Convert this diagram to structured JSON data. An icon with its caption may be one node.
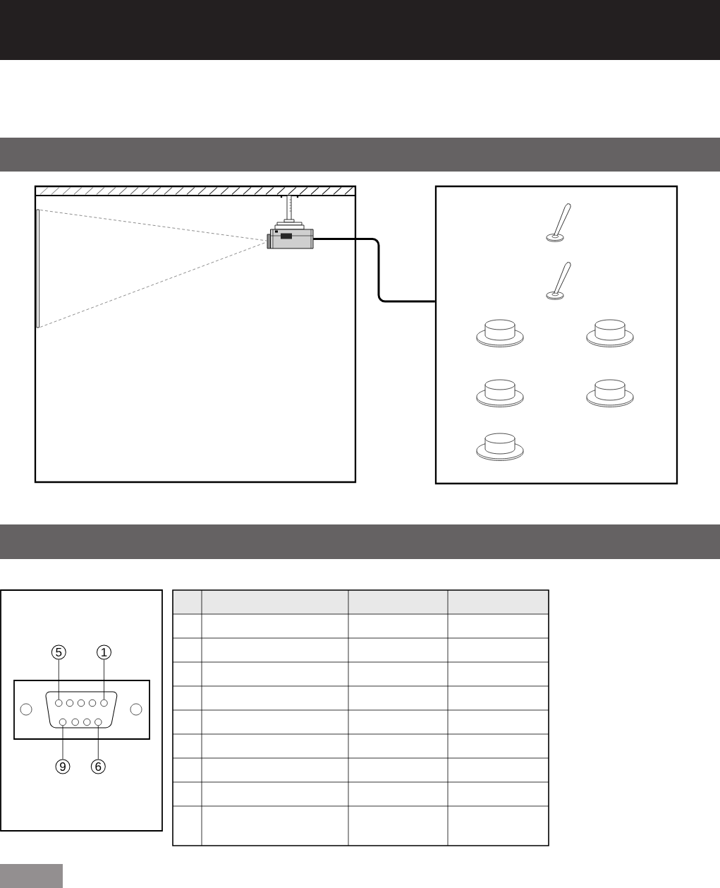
{
  "diagram": {
    "nodes": [
      {
        "text": [],
        "shape": "band"
      },
      {
        "text": [],
        "shape": "picture"
      },
      {
        "text": [],
        "shape": "box"
      },
      {
        "text": [],
        "shape": "band"
      },
      {
        "text": [
          "5"
        ]
      },
      {
        "text": [
          "1"
        ]
      },
      {
        "text": [
          "9"
        ]
      },
      {
        "text": [
          "6"
        ]
      },
      {
        "text": [],
        "shape": "circle"
      },
      {
        "text": [],
        "shape": "circle"
      },
      {
        "text": [],
        "shape": "circle"
      },
      {
        "text": [],
        "shape": "circle"
      }
    ],
    "edges": [
      {
        "from": 1,
        "to": 2,
        "arrow": "none",
        "style": "thick"
      },
      {
        "from": 4,
        "to": 8,
        "arrow": "none"
      },
      {
        "from": 5,
        "to": 9,
        "arrow": "none"
      },
      {
        "from": 6,
        "to": 10,
        "arrow": "none"
      },
      {
        "from": 7,
        "to": 11,
        "arrow": "none"
      }
    ]
  }
}
